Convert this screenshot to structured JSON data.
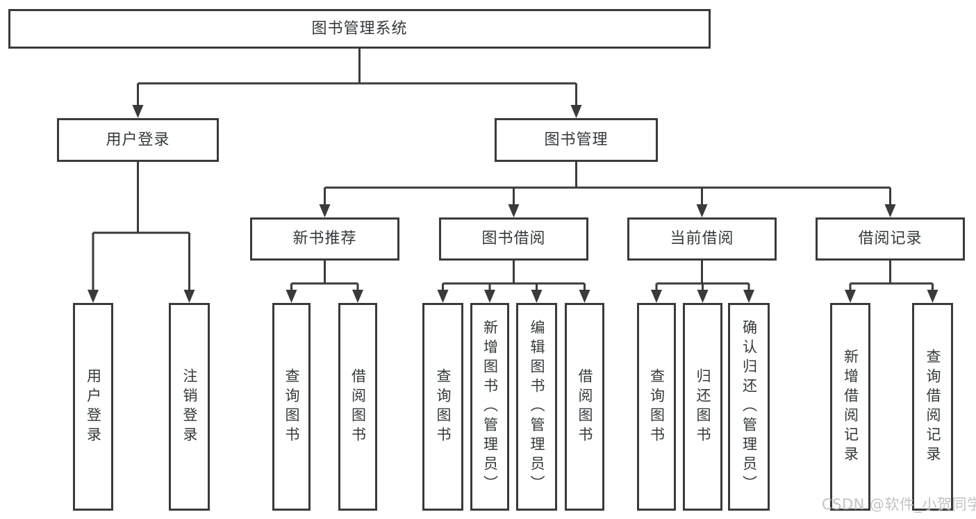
{
  "colors": {
    "line": "#3a3a3a",
    "text": "#35383c",
    "background": "#ffffff",
    "watermark": "#c2c2c2"
  },
  "watermark": {
    "text": "CSDN @软件_小贺同学"
  },
  "diagram": {
    "type": "tree",
    "title": "图书管理系统",
    "nodes": [
      {
        "id": "root",
        "label": "图书管理系统",
        "parent": null,
        "orientation": "horizontal"
      },
      {
        "id": "user-login",
        "label": "用户登录",
        "parent": "root",
        "orientation": "horizontal"
      },
      {
        "id": "book-mgmt",
        "label": "图书管理",
        "parent": "root",
        "orientation": "horizontal"
      },
      {
        "id": "new-books",
        "label": "新书推荐",
        "parent": "book-mgmt",
        "orientation": "horizontal"
      },
      {
        "id": "book-borrow",
        "label": "图书借阅",
        "parent": "book-mgmt",
        "orientation": "horizontal"
      },
      {
        "id": "current-borrow",
        "label": "当前借阅",
        "parent": "book-mgmt",
        "orientation": "horizontal"
      },
      {
        "id": "borrow-records",
        "label": "借阅记录",
        "parent": "book-mgmt",
        "orientation": "horizontal"
      },
      {
        "id": "login-do",
        "label": "用户登录",
        "parent": "user-login",
        "orientation": "vertical"
      },
      {
        "id": "login-out",
        "label": "注销登录",
        "parent": "user-login",
        "orientation": "vertical"
      },
      {
        "id": "nb-query",
        "label": "查询图书",
        "parent": "new-books",
        "orientation": "vertical"
      },
      {
        "id": "nb-borrow",
        "label": "借阅图书",
        "parent": "new-books",
        "orientation": "vertical"
      },
      {
        "id": "bb-query",
        "label": "查询图书",
        "parent": "book-borrow",
        "orientation": "vertical"
      },
      {
        "id": "bb-add",
        "label": "新增图书（管理员）",
        "parent": "book-borrow",
        "orientation": "vertical"
      },
      {
        "id": "bb-edit",
        "label": "编辑图书（管理员）",
        "parent": "book-borrow",
        "orientation": "vertical"
      },
      {
        "id": "bb-borrow",
        "label": "借阅图书",
        "parent": "book-borrow",
        "orientation": "vertical"
      },
      {
        "id": "cb-query",
        "label": "查询图书",
        "parent": "current-borrow",
        "orientation": "vertical"
      },
      {
        "id": "cb-return",
        "label": "归还图书",
        "parent": "current-borrow",
        "orientation": "vertical"
      },
      {
        "id": "cb-confirm",
        "label": "确认归还（管理员）",
        "parent": "current-borrow",
        "orientation": "vertical"
      },
      {
        "id": "br-add",
        "label": "新增借阅记录",
        "parent": "borrow-records",
        "orientation": "vertical"
      },
      {
        "id": "br-query",
        "label": "查询借阅记录",
        "parent": "borrow-records",
        "orientation": "vertical"
      }
    ]
  }
}
